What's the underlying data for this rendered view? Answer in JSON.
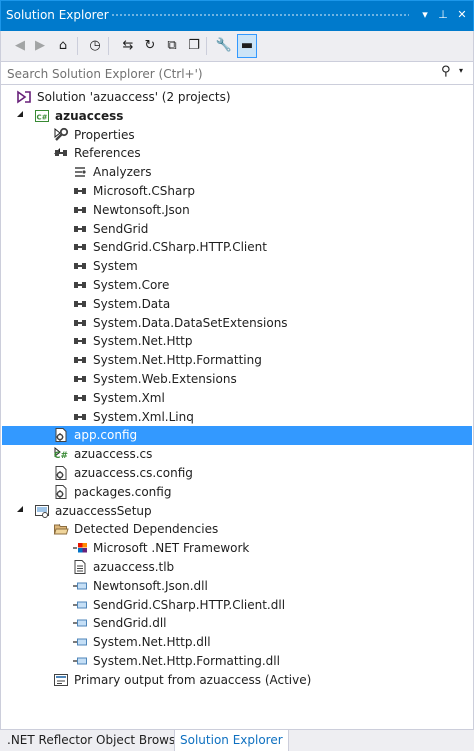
{
  "window": {
    "title": "Solution Explorer",
    "dropdown_glyph": "▾",
    "pin_glyph": "⊥",
    "close_glyph": "✕"
  },
  "toolbar": {
    "buttons": [
      {
        "icon": "back-icon",
        "glyph": "◀",
        "enabled": false
      },
      {
        "icon": "forward-icon",
        "glyph": "▶",
        "enabled": false
      },
      {
        "icon": "home-icon",
        "glyph": "⌂",
        "enabled": true
      },
      {
        "icon": "pending-changes-filter-icon",
        "glyph": "◷",
        "enabled": true
      },
      {
        "icon": "sync-with-document-icon",
        "glyph": "⇆",
        "enabled": true
      },
      {
        "icon": "refresh-icon",
        "glyph": "↻",
        "enabled": true
      },
      {
        "icon": "collapse-all-icon",
        "glyph": "⧉",
        "enabled": true
      },
      {
        "icon": "show-all-files-icon",
        "glyph": "❐",
        "enabled": true
      },
      {
        "icon": "properties-wrench-icon",
        "glyph": "🔧",
        "enabled": true
      },
      {
        "icon": "preview-selected-icon",
        "glyph": "▬",
        "enabled": true,
        "active": true
      }
    ]
  },
  "search": {
    "placeholder": "Search Solution Explorer (Ctrl+')",
    "value": "",
    "glyph": "⚲",
    "dropdown_glyph": "▾"
  },
  "colors": {
    "accent": "#007acc",
    "selection": "#3399ff",
    "chrome": "#eeeef2",
    "border": "#cccedb",
    "csharp_green": "#388a34",
    "folder_yellow": "#dcb67a",
    "vs_purple": "#68217a"
  },
  "tree": {
    "items": [
      {
        "label": "Solution 'azuaccess' (2 projects)",
        "level": 0,
        "icon": "solution-icon",
        "arrow": "",
        "bold": false
      },
      {
        "label": "azuaccess",
        "level": 0,
        "icon": "csharp-project-icon",
        "arrow": "expanded",
        "bold": true
      },
      {
        "label": "Properties",
        "level": 1,
        "icon": "wrench-icon",
        "arrow": "collapsed",
        "bold": false
      },
      {
        "label": "References",
        "level": 1,
        "icon": "references-icon",
        "arrow": "expanded",
        "bold": false
      },
      {
        "label": "Analyzers",
        "level": 2,
        "icon": "analyzers-icon",
        "arrow": "",
        "bold": false
      },
      {
        "label": "Microsoft.CSharp",
        "level": 2,
        "icon": "reference-icon",
        "arrow": "",
        "bold": false
      },
      {
        "label": "Newtonsoft.Json",
        "level": 2,
        "icon": "reference-icon",
        "arrow": "",
        "bold": false
      },
      {
        "label": "SendGrid",
        "level": 2,
        "icon": "reference-icon",
        "arrow": "",
        "bold": false
      },
      {
        "label": "SendGrid.CSharp.HTTP.Client",
        "level": 2,
        "icon": "reference-icon",
        "arrow": "",
        "bold": false
      },
      {
        "label": "System",
        "level": 2,
        "icon": "reference-icon",
        "arrow": "",
        "bold": false
      },
      {
        "label": "System.Core",
        "level": 2,
        "icon": "reference-icon",
        "arrow": "",
        "bold": false
      },
      {
        "label": "System.Data",
        "level": 2,
        "icon": "reference-icon",
        "arrow": "",
        "bold": false
      },
      {
        "label": "System.Data.DataSetExtensions",
        "level": 2,
        "icon": "reference-icon",
        "arrow": "",
        "bold": false
      },
      {
        "label": "System.Net.Http",
        "level": 2,
        "icon": "reference-icon",
        "arrow": "",
        "bold": false
      },
      {
        "label": "System.Net.Http.Formatting",
        "level": 2,
        "icon": "reference-icon",
        "arrow": "",
        "bold": false
      },
      {
        "label": "System.Web.Extensions",
        "level": 2,
        "icon": "reference-icon",
        "arrow": "",
        "bold": false
      },
      {
        "label": "System.Xml",
        "level": 2,
        "icon": "reference-icon",
        "arrow": "",
        "bold": false
      },
      {
        "label": "System.Xml.Linq",
        "level": 2,
        "icon": "reference-icon",
        "arrow": "",
        "bold": false
      },
      {
        "label": "app.config",
        "level": 1,
        "icon": "config-file-icon",
        "arrow": "",
        "bold": false,
        "selected": true
      },
      {
        "label": "azuaccess.cs",
        "level": 1,
        "icon": "csharp-file-icon",
        "arrow": "collapsed",
        "bold": false
      },
      {
        "label": "azuaccess.cs.config",
        "level": 1,
        "icon": "config-file-icon",
        "arrow": "",
        "bold": false
      },
      {
        "label": "packages.config",
        "level": 1,
        "icon": "config-file-icon",
        "arrow": "",
        "bold": false
      },
      {
        "label": "azuaccessSetup",
        "level": 0,
        "icon": "setup-project-icon",
        "arrow": "expanded",
        "bold": false
      },
      {
        "label": "Detected Dependencies",
        "level": 1,
        "icon": "folder-open-icon",
        "arrow": "expanded",
        "bold": false
      },
      {
        "label": "Microsoft .NET Framework",
        "level": 2,
        "icon": "framework-dependency-icon",
        "arrow": "",
        "bold": false
      },
      {
        "label": "azuaccess.tlb",
        "level": 2,
        "icon": "file-icon",
        "arrow": "",
        "bold": false
      },
      {
        "label": "Newtonsoft.Json.dll",
        "level": 2,
        "icon": "dll-dependency-icon",
        "arrow": "",
        "bold": false
      },
      {
        "label": "SendGrid.CSharp.HTTP.Client.dll",
        "level": 2,
        "icon": "dll-dependency-icon",
        "arrow": "",
        "bold": false
      },
      {
        "label": "SendGrid.dll",
        "level": 2,
        "icon": "dll-dependency-icon",
        "arrow": "",
        "bold": false
      },
      {
        "label": "System.Net.Http.dll",
        "level": 2,
        "icon": "dll-dependency-icon",
        "arrow": "",
        "bold": false
      },
      {
        "label": "System.Net.Http.Formatting.dll",
        "level": 2,
        "icon": "dll-dependency-icon",
        "arrow": "",
        "bold": false
      },
      {
        "label": "Primary output from azuaccess (Active)",
        "level": 1,
        "icon": "primary-output-icon",
        "arrow": "",
        "bold": false
      }
    ]
  },
  "bottom_tabs": [
    {
      "label": ".NET Reflector Object Browser",
      "active": false
    },
    {
      "label": "Solution Explorer",
      "active": true
    }
  ]
}
